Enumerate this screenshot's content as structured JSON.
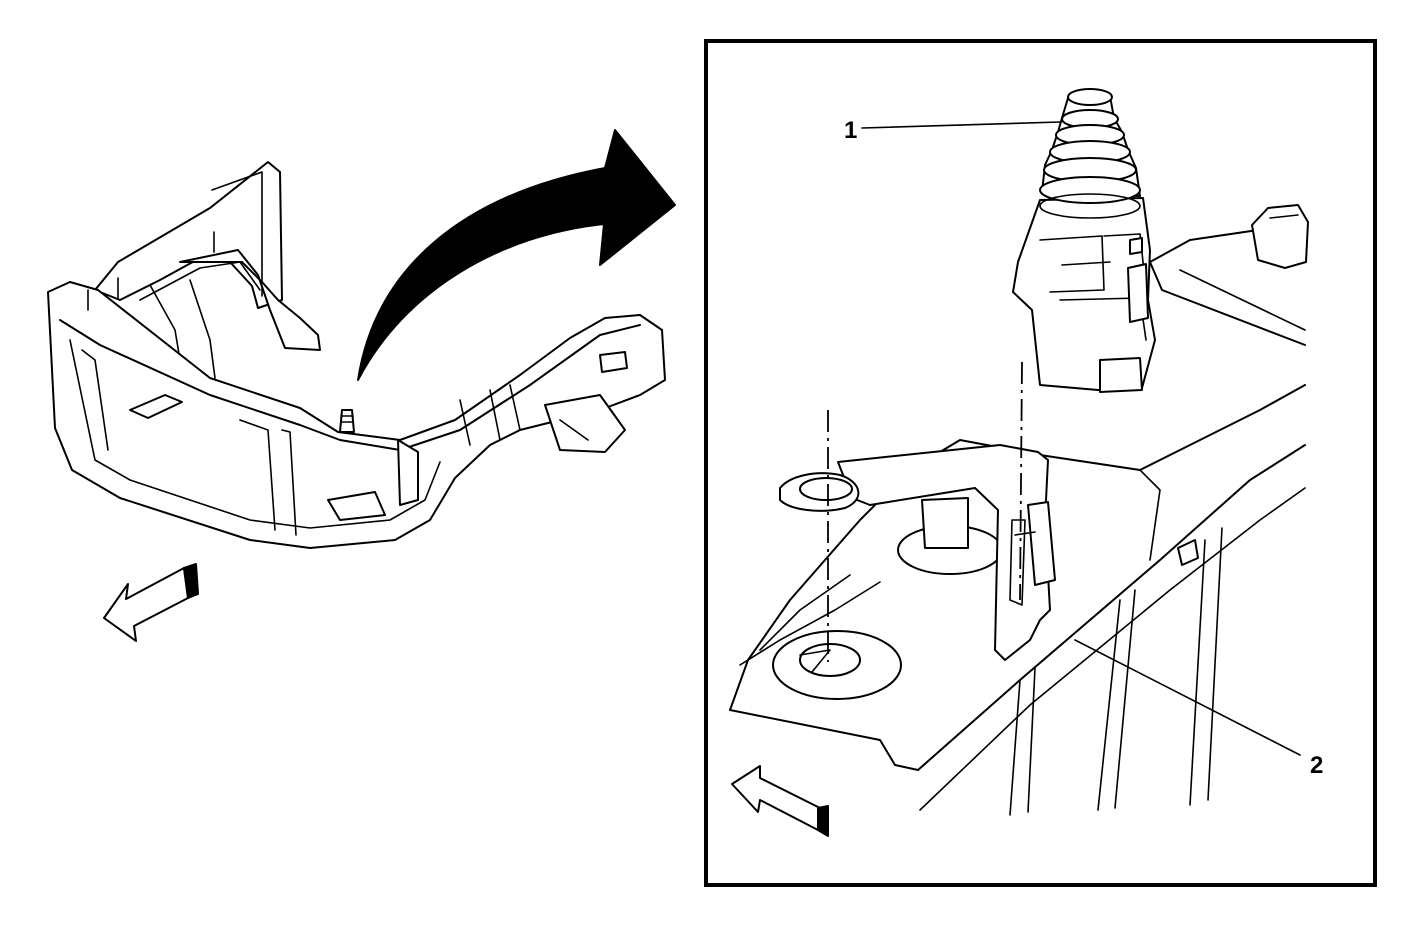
{
  "callouts": [
    {
      "id": "1",
      "label": "1"
    },
    {
      "id": "2",
      "label": "2"
    }
  ],
  "colors": {
    "ink": "#000000",
    "paper": "#ffffff"
  },
  "icons": [
    "front-direction-arrow-icon",
    "front-direction-arrow-icon",
    "transition-arrow-icon"
  ]
}
